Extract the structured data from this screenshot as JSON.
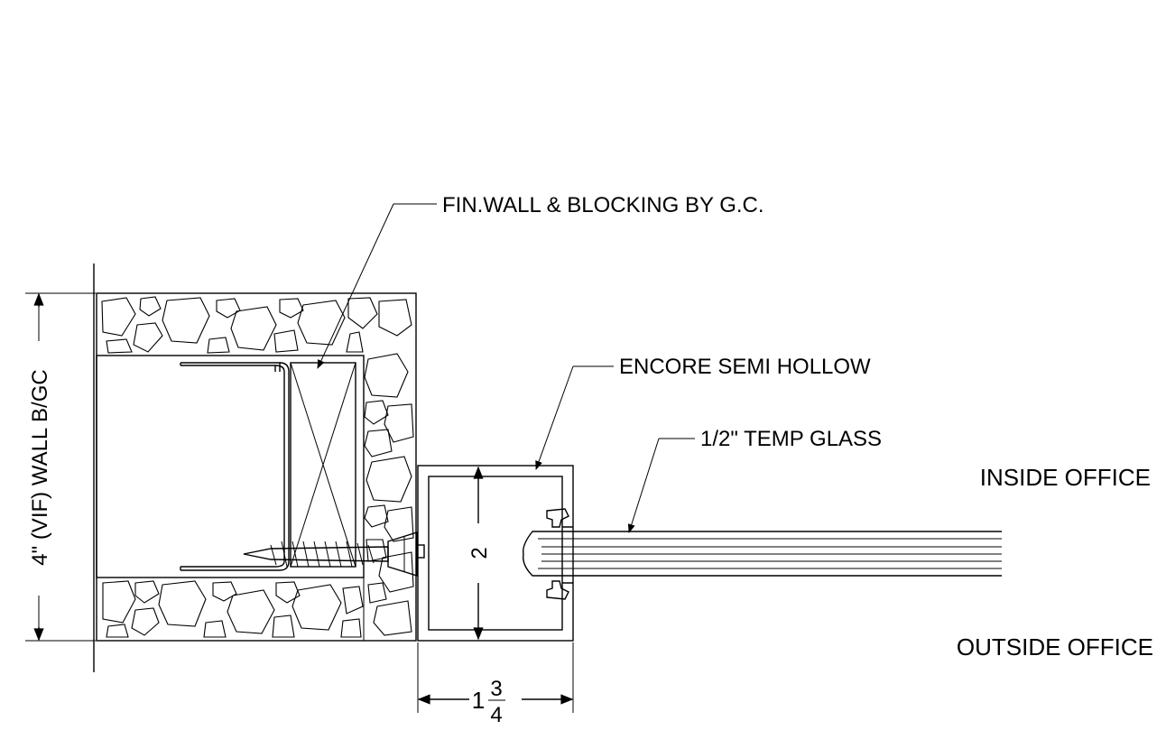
{
  "labels": {
    "fin_wall": "FIN.WALL & BLOCKING BY G.C.",
    "encore": "ENCORE SEMI HOLLOW",
    "glass": "1/2\" TEMP GLASS",
    "inside": "INSIDE OFFICE",
    "outside": "OUTSIDE OFFICE",
    "wall_dim": "4\" (VIF) WALL B/GC",
    "frame_height_dim": "2",
    "frame_width_whole": "1",
    "frame_width_num": "3",
    "frame_width_den": "4"
  }
}
